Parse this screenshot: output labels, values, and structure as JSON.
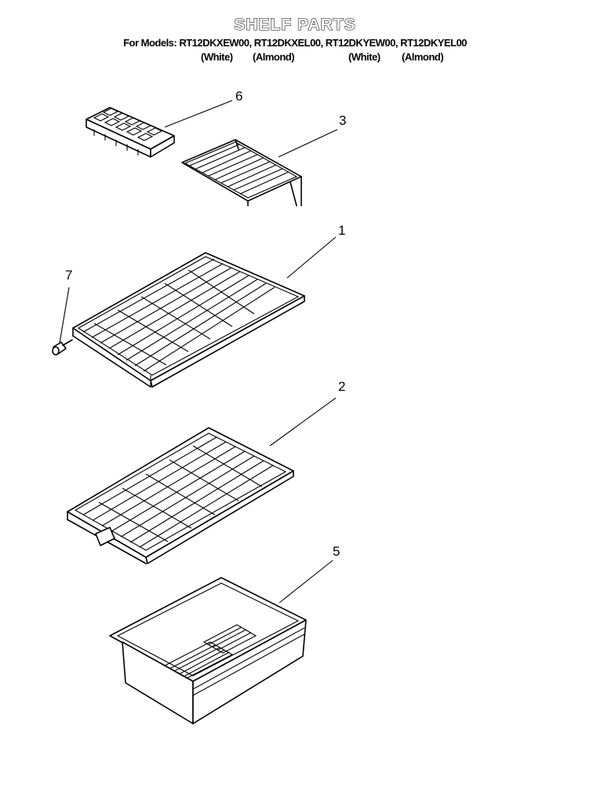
{
  "header": {
    "title": "SHELF PARTS",
    "models_line": "For Models: RT12DKXEW00, RT12DKXEL00, RT12DKYEW00, RT12DKYEL00",
    "variants": [
      "(White)",
      "(Almond)",
      "(White)",
      "(Almond)"
    ]
  },
  "parts": [
    {
      "callout": "6",
      "part": "ice-cube-tray"
    },
    {
      "callout": "3",
      "part": "half-wire-shelf"
    },
    {
      "callout": "1",
      "part": "wire-shelf"
    },
    {
      "callout": "7",
      "part": "shelf-end-cap"
    },
    {
      "callout": "2",
      "part": "crisper-cover-shelf"
    },
    {
      "callout": "5",
      "part": "crisper-pan"
    }
  ]
}
